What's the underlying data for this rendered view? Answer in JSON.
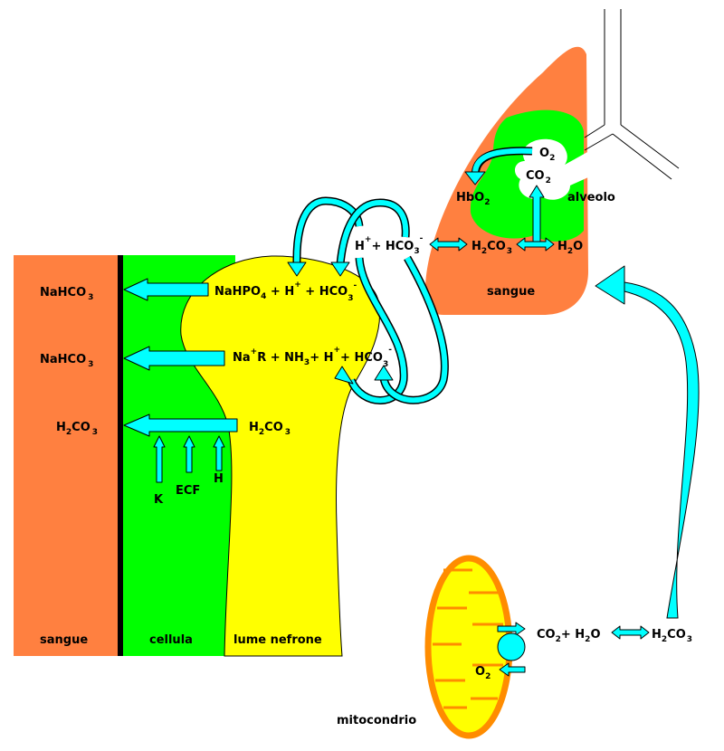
{
  "colors": {
    "blood": "#ff8040",
    "cell": "#00ff00",
    "lumen": "#ffff00",
    "arrow": "#00ffff",
    "mito_border": "#ff8c00"
  },
  "kidney": {
    "blood_label": "sangue",
    "cell_label": "cellula",
    "lumen_label": "lume nefrone",
    "row1_left": "NaHCO",
    "row1_left_sub": "3",
    "row2_left": "NaHCO",
    "row2_left_sub": "3",
    "row3_left_a": "H",
    "row3_left_sub1": "2",
    "row3_left_b": "CO",
    "row3_left_sub2": "3",
    "row1_right_a": "NaHPO",
    "row1_right_sub": "4",
    "row1_right_b": " + H",
    "row1_right_sup": "+",
    "row1_right_c": " + HCO",
    "row1_right_sub2": "3",
    "row1_right_sup2": "-",
    "row2_right_a": "Na",
    "row2_right_sup": "+",
    "row2_right_b": "R + NH",
    "row2_right_sub": "3",
    "row2_right_c": "+ H",
    "row2_right_sup2": "+",
    "row2_right_d": "+ HCO",
    "row2_right_sub2": "3",
    "row2_right_sup3": "-",
    "row3_right_a": "H",
    "row3_right_sub1": "2",
    "row3_right_b": "CO",
    "row3_right_sub2": "3",
    "ion_k": "K",
    "ion_ecf": "ECF",
    "ion_h": "H"
  },
  "lung": {
    "blood_label": "sangue",
    "alveolo_label": "alveolo",
    "o2_a": "O",
    "o2_sub": "2",
    "co2_a": "CO",
    "co2_sub": "2",
    "hbo2_a": "HbO",
    "hbo2_sub": "2",
    "eq_h": "H",
    "eq_h_sup": "+",
    "eq_hco3": "+ HCO",
    "eq_hco3_sub": "3",
    "eq_hco3_sup": "-",
    "eq_h2co3_a": "H",
    "eq_h2co3_sub1": "2",
    "eq_h2co3_b": "CO",
    "eq_h2co3_sub2": "3",
    "eq_h2o_a": "H",
    "eq_h2o_sub": "2",
    "eq_h2o_b": "O"
  },
  "mito": {
    "label": "mitocondrio",
    "o2_a": "O",
    "o2_sub": "2",
    "eq_a": "CO",
    "eq_sub1": "2",
    "eq_b": "+ H",
    "eq_sub2": "2",
    "eq_c": "O",
    "eq_d": "H",
    "eq_sub3": "2",
    "eq_e": "CO",
    "eq_sub4": "3"
  }
}
